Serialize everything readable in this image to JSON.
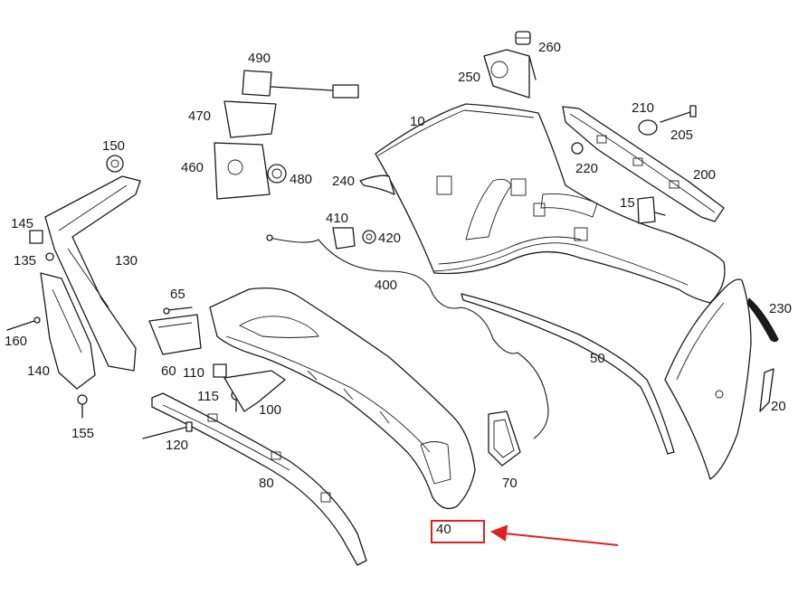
{
  "labels": {
    "p10": "10",
    "p15": "15",
    "p20": "20",
    "p40": "40",
    "p50": "50",
    "p60": "60",
    "p65": "65",
    "p70": "70",
    "p80": "80",
    "p100": "100",
    "p110": "110",
    "p115": "115",
    "p120": "120",
    "p130": "130",
    "p135": "135",
    "p140": "140",
    "p145": "145",
    "p150": "150",
    "p155": "155",
    "p160": "160",
    "p200": "200",
    "p205": "205",
    "p210": "210",
    "p220": "220",
    "p230": "230",
    "p240": "240",
    "p250": "250",
    "p260": "260",
    "p400": "400",
    "p410": "410",
    "p420": "420",
    "p460": "460",
    "p470": "470",
    "p480": "480",
    "p490": "490"
  },
  "highlight": {
    "part": "40",
    "color": "#e02020"
  },
  "colors": {
    "line": "#1a1a1a",
    "background": "#ffffff"
  }
}
